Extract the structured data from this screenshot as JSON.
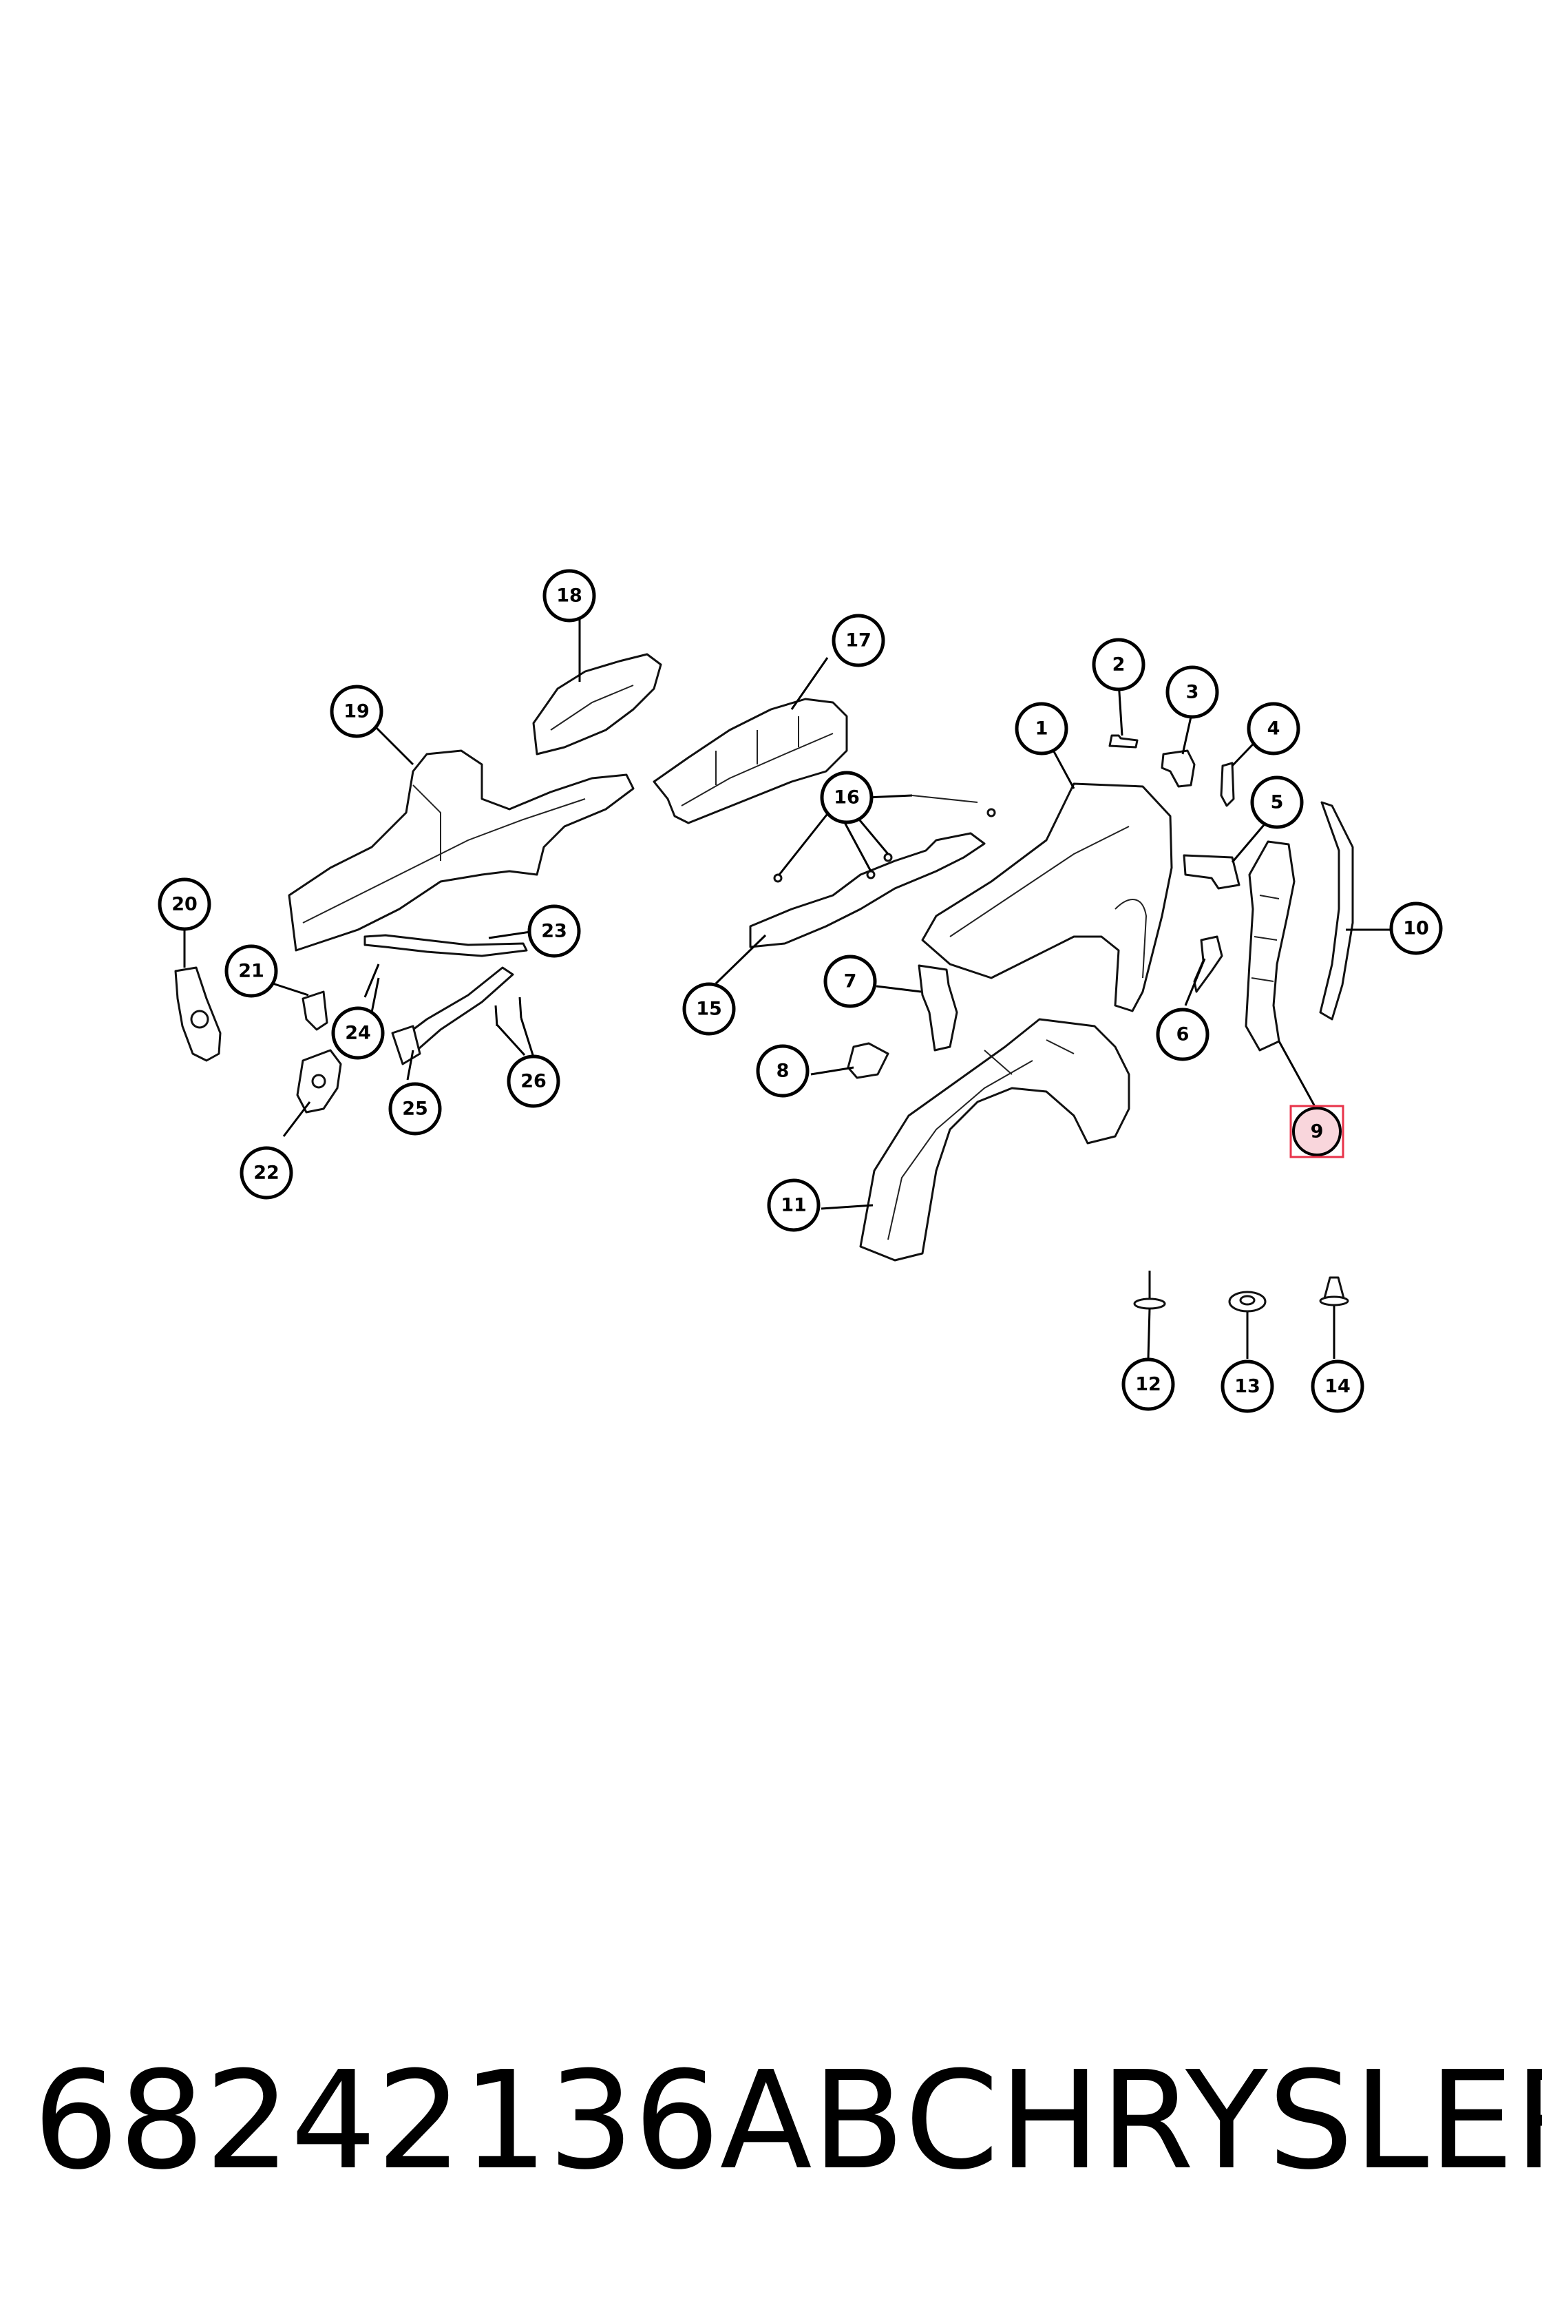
{
  "callouts": [
    "1",
    "2",
    "3",
    "4",
    "5",
    "6",
    "7",
    "8",
    "9",
    "10",
    "11",
    "12",
    "13",
    "14",
    "15",
    "16",
    "17",
    "18",
    "19",
    "20",
    "21",
    "22",
    "23",
    "24",
    "25",
    "26"
  ],
  "highlight": {
    "label": "9",
    "color": "#e8334a"
  },
  "caption": {
    "part_number": "68242136AB",
    "brand": "CHRYSLER"
  }
}
